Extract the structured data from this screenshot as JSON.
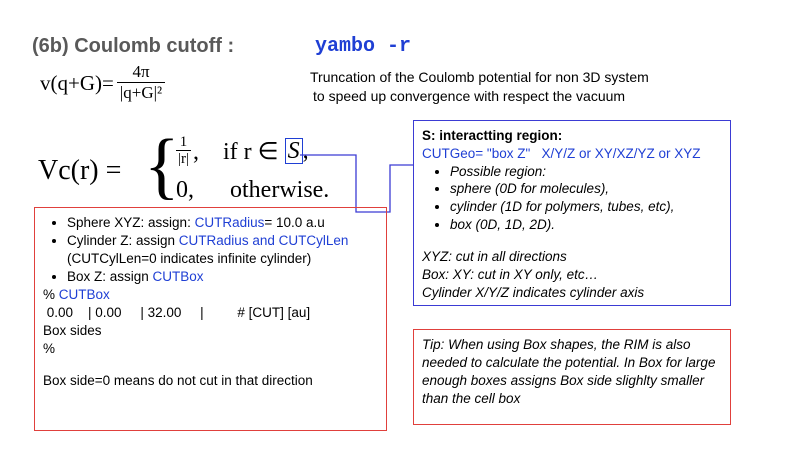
{
  "title": "(6b) Coulomb cutoff :",
  "command": "yambo -r",
  "eq1": {
    "lhs": "v(q+G)=",
    "numerator": "4π",
    "denominator": "|q+G|²"
  },
  "description": {
    "line1": "Truncation of the Coulomb potential for non 3D system",
    "line2": "to speed up convergence with respect the vacuum"
  },
  "eq2": {
    "lhs": "Vc(r) =",
    "row1_num": "1",
    "row1_den": "|r|",
    "row1_cond": ",    if r ∈ ",
    "row1_set": "S",
    "row1_end": ",",
    "row2": "0,      otherwise."
  },
  "region_box": {
    "heading": "S: interactting region:",
    "cutgeo_line": "CUTGeo= \"box Z\"   X/Y/Z or XY/XZ/YZ or XYZ",
    "items": [
      "Possible region:",
      "sphere (0D for molecules),",
      "cylinder (1D for polymers, tubes, etc),",
      "box (0D, 1D, 2D)."
    ],
    "note1": "XYZ: cut in all directions",
    "note2": "Box: XY: cut in XY only, etc…",
    "note3": "Cylinder X/Y/Z indicates cylinder axis"
  },
  "assign_box": {
    "sphere_prefix": "Sphere XYZ: assign: ",
    "sphere_var": "CUTRadius",
    "sphere_suffix": "= 10.0 a.u",
    "cyl_prefix": "Cylinder Z: assign ",
    "cyl_var": "CUTRadius and CUTCylLen",
    "cyl_suffix": " (CUTCylLen=0 indicates infinite cylinder)",
    "box_prefix": "Box Z: assign ",
    "box_var": "CUTBox",
    "block_percent": "% ",
    "block_var": "CUTBox",
    "row": " 0.00    | 0.00     | 32.00     |         # [CUT] [au]",
    "sides": "Box sides",
    "end": "%",
    "note": "Box side=0 means do not cut in that direction"
  },
  "tip": "Tip: When using Box shapes, the RIM is also needed to calculate the potential. In Box for large enough boxes assigns Box side slighlty smaller than the cell box"
}
